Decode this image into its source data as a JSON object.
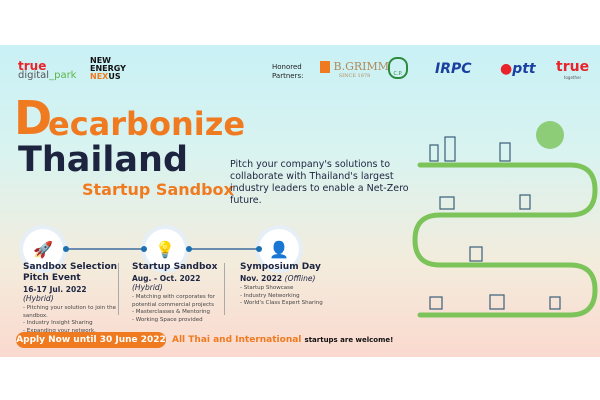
{
  "logos": {
    "true_digital_park_a": "true",
    "true_digital_park_b": "digital",
    "true_digital_park_c": "_park",
    "nen_1": "NEW",
    "nen_2": "ENERGY",
    "nen_3a": "NEX",
    "nen_3b": "US"
  },
  "partners": {
    "label": "Honored Partners:",
    "items": [
      "B.GRIMM",
      "C.P.",
      "IRPC",
      "ptt",
      "true"
    ],
    "bgrimm_sub": "SINCE 1878",
    "true_sub": "together"
  },
  "title": {
    "d": "D",
    "rest": "ecarbonize",
    "line2": "Thailand",
    "line3": "Startup Sandbox"
  },
  "pitch": "Pitch your company's solutions to collaborate with Thailand's largest industry leaders to enable a Net-Zero future.",
  "stages": [
    {
      "title": "Sandbox Selection Pitch Event",
      "date": "16-17 Jul. 2022",
      "mode": "(Hybrid)",
      "bullets": [
        "- Pitching your solution to join the sandbox.",
        "- Industry Insight Sharing",
        "- Expanding your network."
      ]
    },
    {
      "title": "Startup Sandbox",
      "date": "Aug. - Oct. 2022",
      "mode": "(Hybrid)",
      "bullets": [
        "- Matching with corporates for potential commercial projects",
        "- Masterclasses & Mentoring",
        "- Working Space provided"
      ]
    },
    {
      "title": "Symposium Day",
      "date": "Nov. 2022",
      "mode": "(Offline)",
      "bullets": [
        "- Startup Showcase",
        "- Industry Networking",
        "- World's Class Expert Sharing"
      ]
    }
  ],
  "apply": "Apply Now until 30 June 2022",
  "welcome_a": "All Thai and International",
  "welcome_b": "startups are welcome!",
  "colors": {
    "orange": "#f07a20",
    "navy": "#1d2440",
    "green": "#5bb54a"
  }
}
